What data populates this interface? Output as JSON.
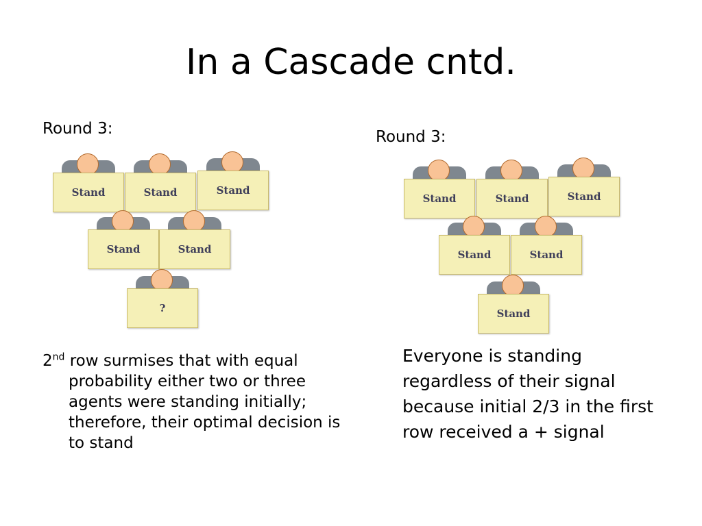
{
  "title": "In a Cascade cntd.",
  "left": {
    "round_label": "Round 3:",
    "rows": [
      [
        "Stand",
        "Stand",
        "Stand"
      ],
      [
        "Stand",
        "Stand"
      ],
      [
        "?"
      ]
    ],
    "caption": {
      "ordinal_number": "2",
      "ordinal_suffix": "nd",
      "text": " row surmises that with equal probability either two or three agents were standing initially; therefore, their optimal decision is to stand"
    }
  },
  "right": {
    "round_label": "Round 3:",
    "rows": [
      [
        "Stand",
        "Stand",
        "Stand"
      ],
      [
        "Stand",
        "Stand"
      ],
      [
        "Stand"
      ]
    ],
    "caption": "Everyone is standing regardless of their signal because initial 2/3 in the first row received a + signal"
  }
}
